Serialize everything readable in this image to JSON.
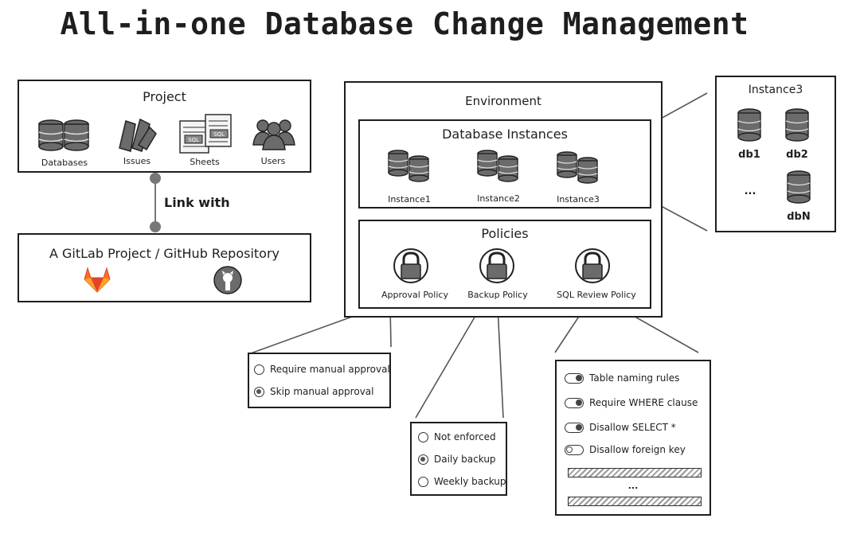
{
  "title": "All-in-one Database Change Management",
  "project": {
    "title": "Project",
    "items": [
      {
        "label": "Databases",
        "icon": "database-icon"
      },
      {
        "label": "Issues",
        "icon": "issues-icon"
      },
      {
        "label": "Sheets",
        "icon": "sheets-icon"
      },
      {
        "label": "Users",
        "icon": "users-icon"
      }
    ],
    "sheet_badge": "SQL"
  },
  "link_label": "Link with",
  "vcs": {
    "title": "A GitLab Project / GitHub Repository",
    "icons": [
      "gitlab-icon",
      "github-icon"
    ]
  },
  "environment": {
    "title": "Environment",
    "instances_title": "Database Instances",
    "instances": [
      "Instance1",
      "Instance2",
      "Instance3"
    ],
    "policies_title": "Policies",
    "policies": [
      "Approval Policy",
      "Backup Policy",
      "SQL Review Policy"
    ]
  },
  "instance3": {
    "title": "Instance3",
    "dbs": [
      "db1",
      "db2",
      "dbN"
    ],
    "ellipsis": "..."
  },
  "approval_options": [
    {
      "label": "Require manual approval",
      "selected": false
    },
    {
      "label": "Skip manual approval",
      "selected": true
    }
  ],
  "backup_options": [
    {
      "label": "Not enforced",
      "selected": false
    },
    {
      "label": "Daily backup",
      "selected": true
    },
    {
      "label": "Weekly backup",
      "selected": false
    }
  ],
  "review_rules": [
    {
      "label": "Table naming rules",
      "on": true
    },
    {
      "label": "Require WHERE clause",
      "on": true
    },
    {
      "label": "Disallow SELECT *",
      "on": true
    },
    {
      "label": "Disallow foreign key",
      "on": false
    }
  ],
  "review_ellipsis": "...",
  "colors": {
    "stroke": "#1e1e1e",
    "icon_fill": "#6b6b6b",
    "gitlab": "#fc6d26"
  }
}
